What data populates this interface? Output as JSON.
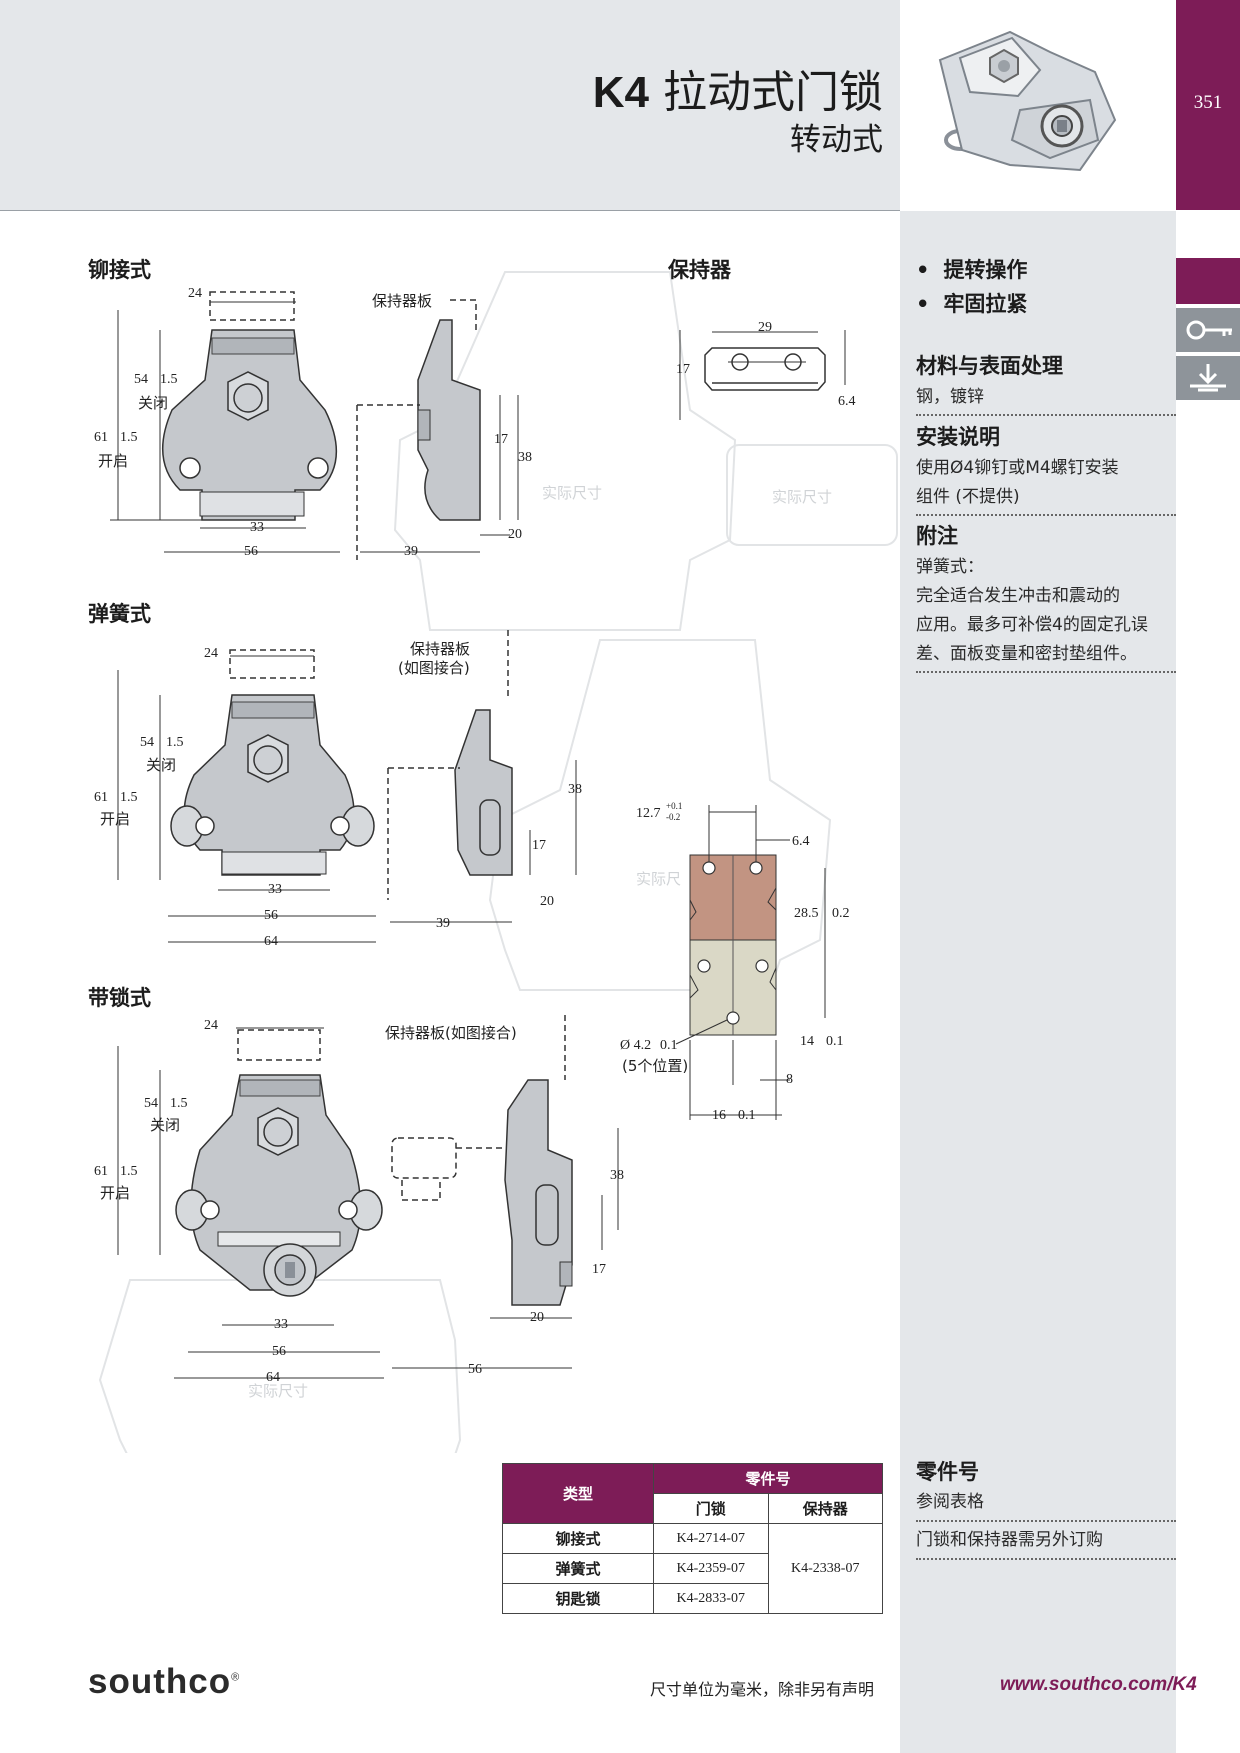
{
  "header": {
    "title_code": "K4",
    "title_text": "拉动式门锁",
    "subtitle": "转动式",
    "page_number": "351"
  },
  "sections": {
    "rivet": "铆接式",
    "spring": "弹簧式",
    "lock": "带锁式",
    "retainer": "保持器"
  },
  "labels": {
    "keeper_plate": "保持器板",
    "keeper_plate_fit_a": "保持器板",
    "keeper_plate_fit_b": "(如图接合)",
    "keeper_plate_fit": "保持器板(如图接合)",
    "closed": "关闭",
    "open": "开启",
    "actual_size": "实际尺寸",
    "actual_size_partial": "实际尺",
    "hole_positions": "(5个位置)"
  },
  "dims": {
    "d24": "24",
    "d54": "54",
    "d61": "61",
    "d33": "33",
    "d56": "56",
    "d64": "64",
    "d39": "39",
    "d20": "20",
    "d17": "17",
    "d38": "38",
    "d29": "29",
    "d6_4": "6.4",
    "tol_1_5": "1.5",
    "d12_7": "12.7",
    "tol_plus": "+0.1",
    "tol_minus": "-0.2",
    "d28_5": "28.5",
    "tol_0_2": "0.2",
    "d14": "14",
    "tol_0_1": "0.1",
    "d8": "8",
    "d16": "16",
    "d4_2": "Ø 4.2"
  },
  "sidebar": {
    "features": [
      "提转操作",
      "牢固拉紧"
    ],
    "material_title": "材料与表面处理",
    "material_text": "钢，镀锌",
    "install_title": "安装说明",
    "install_line1": "使用Ø4铆钉或M4螺钉安装",
    "install_line2": "组件 (不提供)",
    "notes_title": "附注",
    "notes_lead": "弹簧式：",
    "notes_line1": "完全适合发生冲击和震动的",
    "notes_line2": "应用。最多可补偿4的固定孔误",
    "notes_line3": "差、面板变量和密封垫组件。",
    "parts_title": "零件号",
    "parts_line1": "参阅表格",
    "parts_line2": "门锁和保持器需另外订购"
  },
  "table": {
    "col_type": "类型",
    "col_part": "零件号",
    "col_latch": "门锁",
    "col_keeper": "保持器",
    "rows": [
      {
        "type": "铆接式",
        "latch": "K4-2714-07"
      },
      {
        "type": "弹簧式",
        "latch": "K4-2359-07"
      },
      {
        "type": "钥匙锁",
        "latch": "K4-2833-07"
      }
    ],
    "keeper": "K4-2338-07"
  },
  "footer": {
    "note": "尺寸单位为毫米，除非另有声明",
    "url": "www.southco.com/K4",
    "logo": "southco"
  },
  "colors": {
    "brand": "#7d1c57",
    "panel": "#e4e7ea",
    "latch_grey": "#c5c8cc",
    "plate_brown": "#c29482",
    "plate_beige": "#dad8c6"
  }
}
